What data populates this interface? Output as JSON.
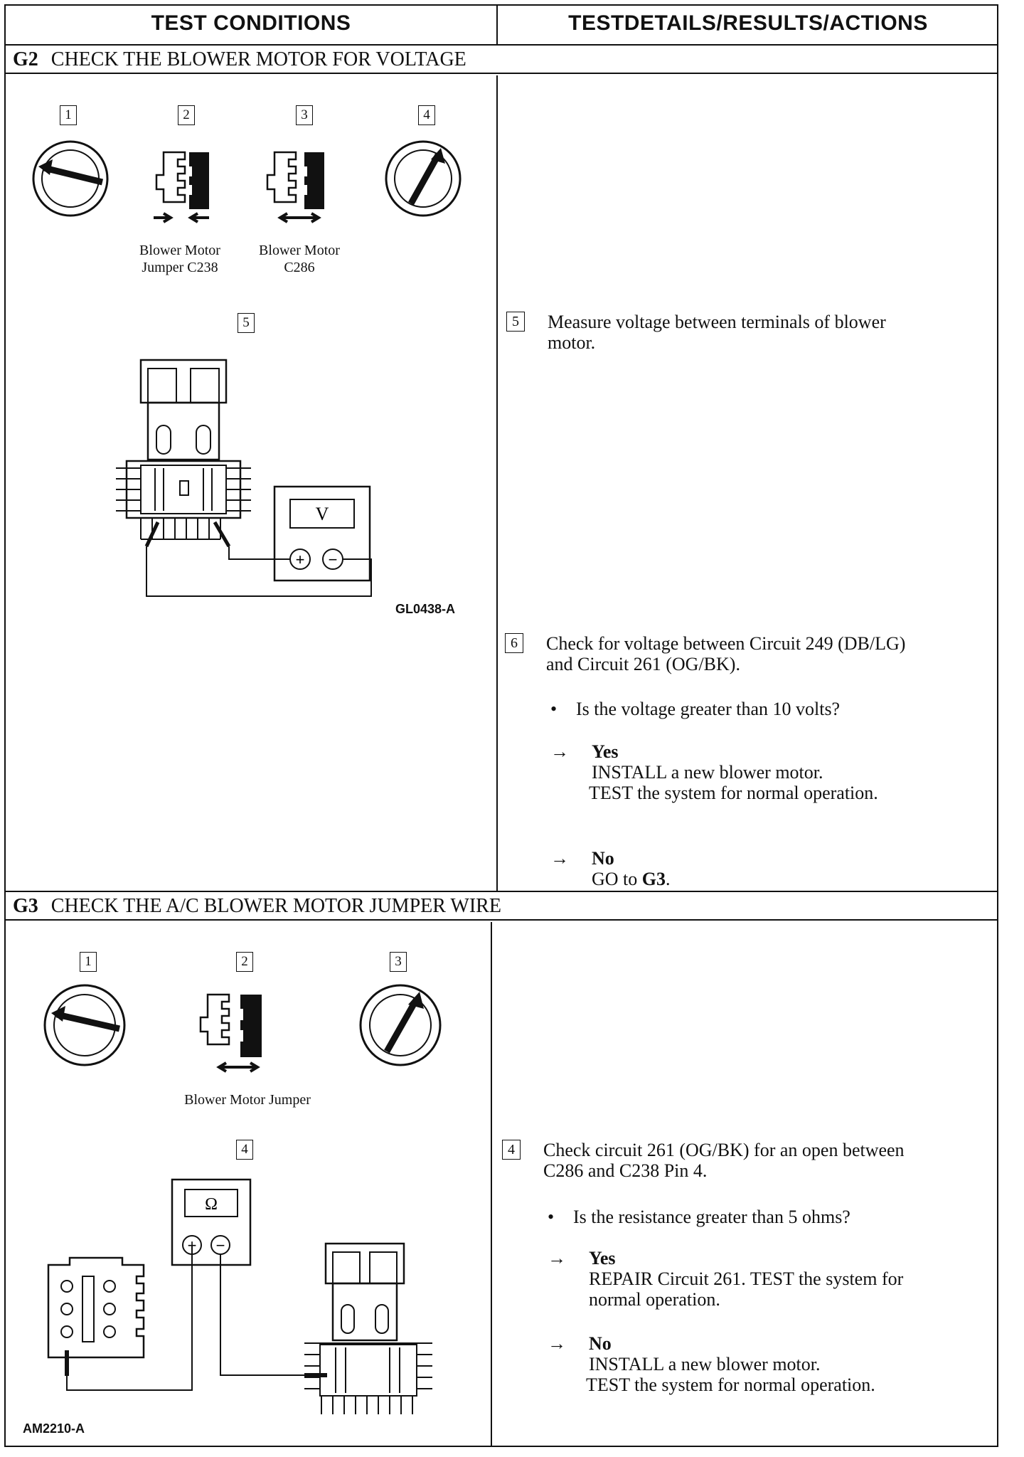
{
  "header": {
    "col1": "TEST CONDITIONS",
    "col2": "TESTDETAILS/RESULTS/ACTIONS"
  },
  "g2": {
    "code": "G2",
    "title": "CHECK THE BLOWER MOTOR FOR VOLTAGE",
    "figure": {
      "nums": [
        "1",
        "2",
        "3",
        "4",
        "5"
      ],
      "caption_2a": "Blower Motor",
      "caption_2b": "Jumper C238",
      "caption_3a": "Blower Motor",
      "caption_3b": "C286",
      "meter_label": "V",
      "plus": "+",
      "minus": "−",
      "figure_id": "GL0438-A"
    },
    "step5": {
      "num": "5",
      "line1": "Measure voltage between terminals of blower",
      "line2": "motor."
    },
    "step6": {
      "num": "6",
      "line1": "Check for voltage between Circuit 249 (DB/LG)",
      "line2": "and Circuit 261 (OG/BK).",
      "question": "Is the voltage greater than 10 volts?",
      "yes_label": "Yes",
      "yes_line1": "INSTALL a new blower motor.",
      "yes_line2": "TEST the system for normal operation.",
      "no_label": "No",
      "no_prefix": "GO to ",
      "no_ref": "G3",
      "no_suffix": "."
    }
  },
  "g3": {
    "code": "G3",
    "title": "CHECK THE A/C BLOWER MOTOR JUMPER WIRE",
    "figure": {
      "nums": [
        "1",
        "2",
        "3",
        "4"
      ],
      "caption": "Blower Motor Jumper",
      "meter_label": "Ω",
      "plus": "+",
      "minus": "−",
      "figure_id": "AM2210-A"
    },
    "step4": {
      "num": "4",
      "line1": "Check circuit 261 (OG/BK) for an open between",
      "line2": "C286 and C238 Pin 4.",
      "question": "Is the resistance greater than 5 ohms?",
      "yes_label": "Yes",
      "yes_line1": "REPAIR Circuit 261. TEST the system for",
      "yes_line2": "normal operation.",
      "no_label": "No",
      "no_line1": "INSTALL a new blower motor.",
      "no_line2": "TEST the system for normal operation."
    }
  },
  "symbols": {
    "arrow": "→",
    "bullet": "•"
  }
}
